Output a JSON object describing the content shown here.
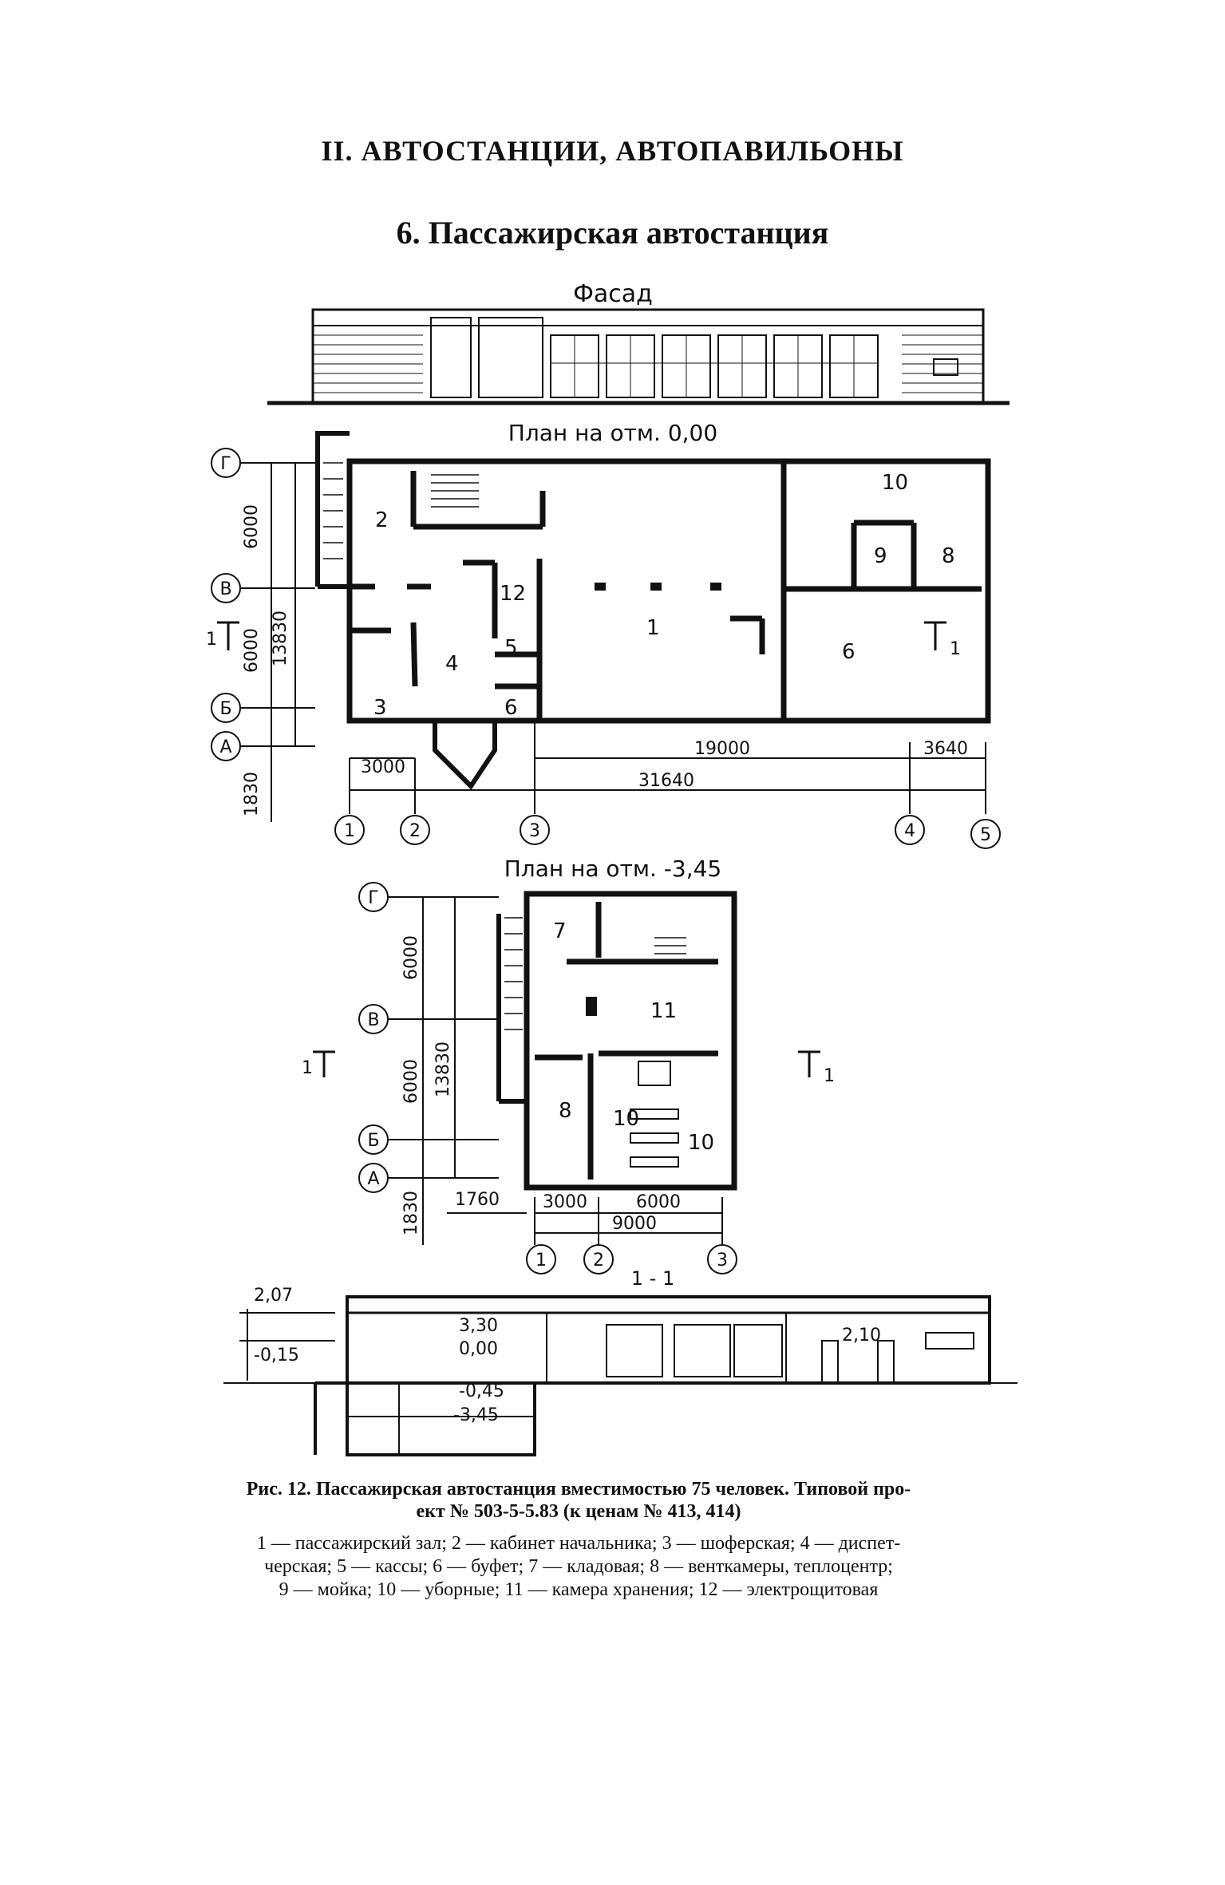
{
  "chapter_title": "II. АВТОСТАНЦИИ, АВТОПАВИЛЬОНЫ",
  "section_title": "6. Пассажирская автостанция",
  "facade_label": "Фасад",
  "plan_ground": {
    "label": "План на отм. 0,00",
    "axes_rows": [
      "Г",
      "В",
      "Б",
      "А"
    ],
    "axes_cols": [
      "1",
      "2",
      "3",
      "4",
      "5"
    ],
    "dims_vertical": [
      "6000",
      "6000",
      "1830",
      "13830"
    ],
    "dims_horizontal": [
      "3000",
      "19000",
      "3640",
      "31640"
    ],
    "rooms": [
      "1",
      "2",
      "3",
      "4",
      "5",
      "6",
      "8",
      "9",
      "10",
      "12"
    ],
    "section_mark": "1"
  },
  "plan_basement": {
    "label": "План на отм. -3,45",
    "axes_rows": [
      "Г",
      "В",
      "Б",
      "А"
    ],
    "axes_cols": [
      "1",
      "2",
      "3"
    ],
    "dims_vertical": [
      "6000",
      "6000",
      "1830",
      "13830"
    ],
    "dims_horizontal": [
      "1760",
      "3000",
      "6000",
      "9000"
    ],
    "rooms": [
      "7",
      "8",
      "10",
      "10",
      "11"
    ],
    "section_mark": "1"
  },
  "section": {
    "label": "1 - 1",
    "levels": [
      "2,07",
      "-0,15",
      "3,30",
      "0,00",
      "-0,45",
      "-3,45",
      "2,10"
    ]
  },
  "caption": {
    "line1": "Рис. 12. Пассажирская автостанция вместимостью 75 человек. Типовой про-",
    "line2": "ект № 503-5-5.83 (к ценам № 413, 414)"
  },
  "legend": {
    "line1": "1 — пассажирский зал; 2 — кабинет начальника; 3 — шоферская; 4 — диспет-",
    "line2": "черская; 5 — кассы; 6 — буфет; 7 — кладовая; 8 — венткамеры, теплоцентр;",
    "line3": "9 — мойка; 10 — уборные; 11 — камера хранения; 12 — электрощитовая"
  }
}
